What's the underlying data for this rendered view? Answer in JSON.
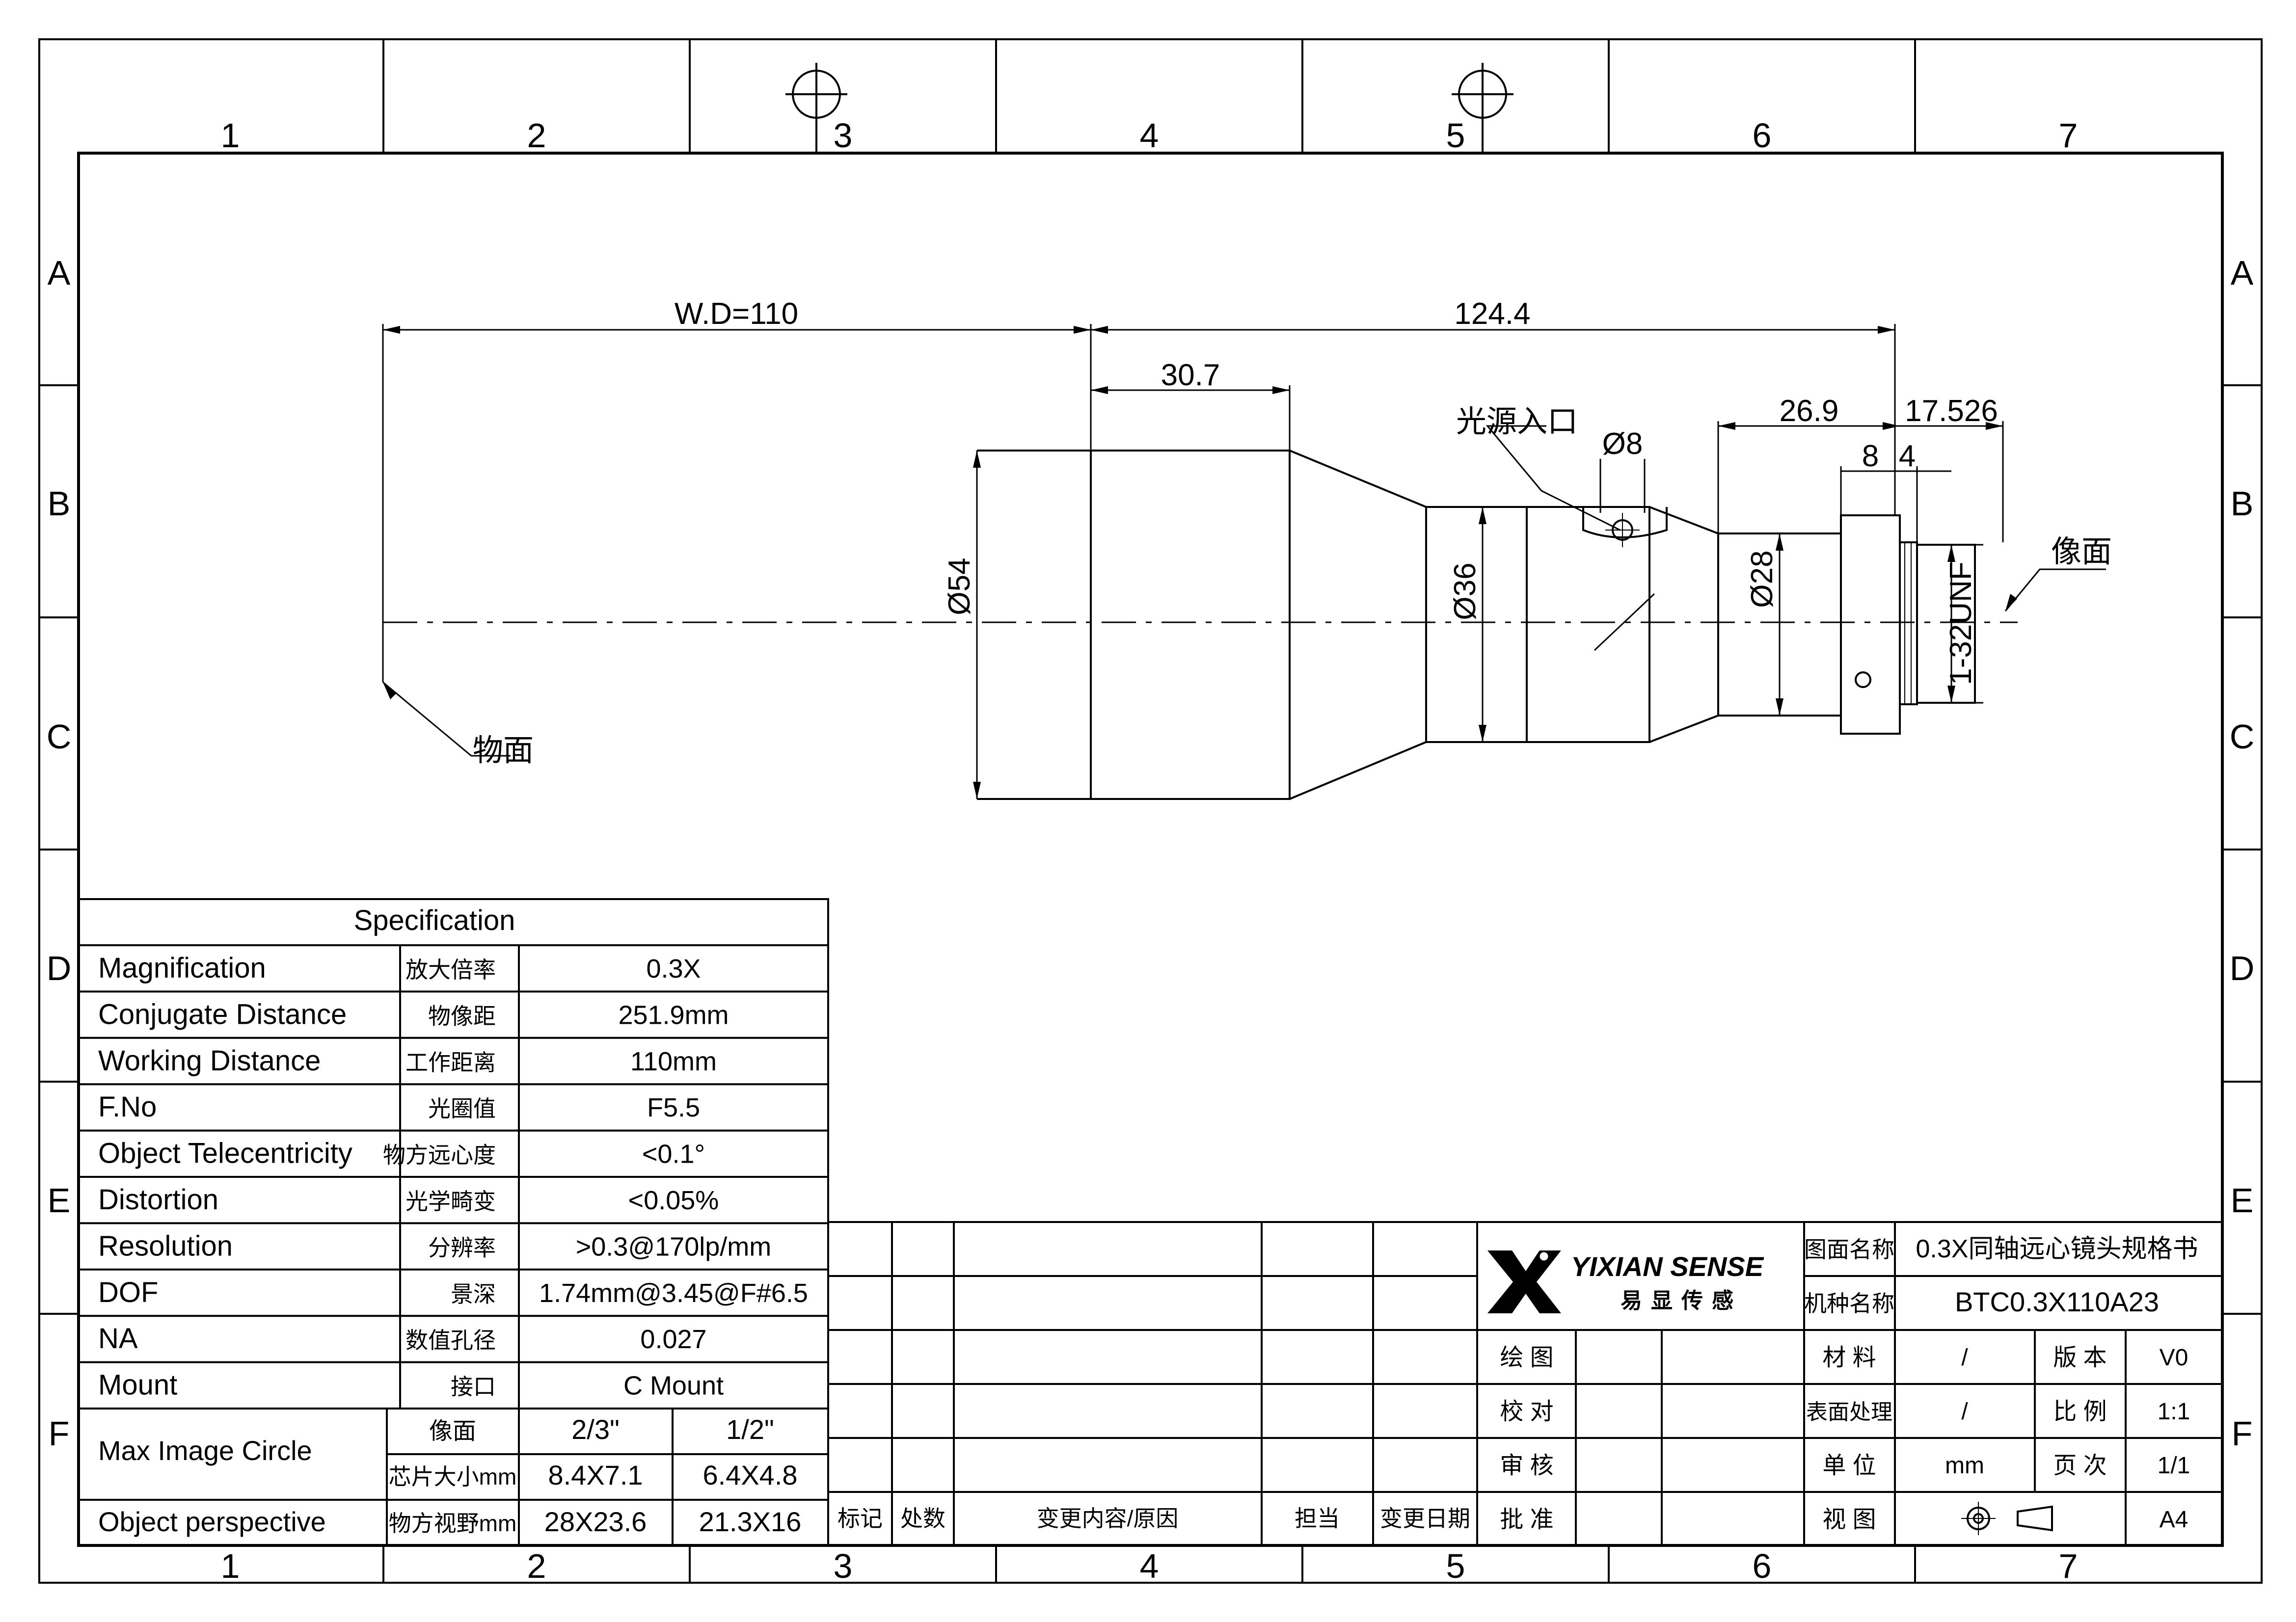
{
  "frame": {
    "columns": [
      "1",
      "2",
      "3",
      "4",
      "5",
      "6",
      "7"
    ],
    "rows": [
      "A",
      "B",
      "C",
      "D",
      "E",
      "F"
    ]
  },
  "drawing": {
    "dims": {
      "wd": "W.D=110",
      "total": "124.4",
      "front": "30.7",
      "rear": "26.9",
      "flange": "17.526",
      "ring": "8",
      "thread_len": "4",
      "port": "Ø8",
      "d54": "Ø54",
      "d36": "Ø36",
      "d28": "Ø28",
      "thread": "1-32UNF"
    },
    "callouts": {
      "object_plane": "物面",
      "image_plane": "像面",
      "light_port": "光源入口"
    }
  },
  "spec": {
    "title": "Specification",
    "rows": [
      {
        "en": "Magnification",
        "cn": "放大倍率",
        "val": "0.3X"
      },
      {
        "en": "Conjugate Distance",
        "cn": "物像距",
        "val": "251.9mm"
      },
      {
        "en": "Working Distance",
        "cn": "工作距离",
        "val": "110mm"
      },
      {
        "en": "F.No",
        "cn": "光圈值",
        "val": "F5.5"
      },
      {
        "en": "Object Telecentricity",
        "cn": "物方远心度",
        "val": "<0.1°"
      },
      {
        "en": "Distortion",
        "cn": "光学畸变",
        "val": "<0.05%"
      },
      {
        "en": "Resolution",
        "cn": "分辨率",
        "val": ">0.3@170lp/mm"
      },
      {
        "en": "DOF",
        "cn": "景深",
        "val": "1.74mm@3.45@F#6.5"
      },
      {
        "en": "NA",
        "cn": "数值孔径",
        "val": "0.027"
      },
      {
        "en": "Mount",
        "cn": "接口",
        "val": "C Mount"
      }
    ],
    "image_circle": {
      "label": "Max Image Circle",
      "sub1": "像面",
      "sub2": "芯片大小mm",
      "a1": "2/3\"",
      "b1": "1/2\"",
      "a2": "8.4X7.1",
      "b2": "6.4X4.8"
    },
    "perspective": {
      "en": "Object perspective",
      "cn": "物方视野mm",
      "a": "28X23.6",
      "b": "21.3X16"
    }
  },
  "revision": {
    "headers": [
      "标记",
      "处数",
      "变更内容/原因",
      "担当",
      "变更日期"
    ]
  },
  "title_block": {
    "brand": "YIXIAN SENSE",
    "brand_cn": "易显传感",
    "sign_labels": [
      "绘 图",
      "校 对",
      "审 核",
      "批 准"
    ],
    "drawing_name_label": "图面名称",
    "drawing_name": "0.3X同轴远心镜头规格书",
    "model_label": "机种名称",
    "model": "BTC0.3X110A23",
    "material_label": "材 料",
    "material": "/",
    "version_label": "版 本",
    "version": "V0",
    "surface_label": "表面处理",
    "surface": "/",
    "scale_label": "比 例",
    "scale": "1:1",
    "unit_label": "单 位",
    "unit": "mm",
    "page_label": "页 次",
    "page": "1/1",
    "view_label": "视 图",
    "sheet_size": "A4"
  }
}
